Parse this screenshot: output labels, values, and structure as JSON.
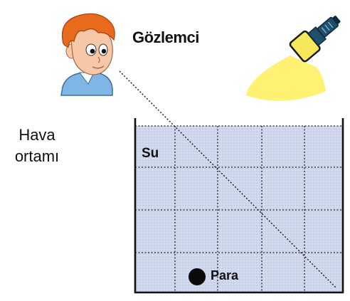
{
  "labels": {
    "observer": "Gözlemci",
    "air_medium": "Hava ortamı",
    "water": "Su",
    "coin": "Para"
  },
  "icons": {
    "observer": "boy-face-icon",
    "flashlight": "flashlight-icon",
    "coin": "coin-icon"
  },
  "colors": {
    "water": "#cfd8ec",
    "beam": "#fff06a",
    "flashlight": "#1f4f6a",
    "hair": "#e86a1c",
    "shirt": "#7fb6e6",
    "skin": "#f7c8a8"
  }
}
